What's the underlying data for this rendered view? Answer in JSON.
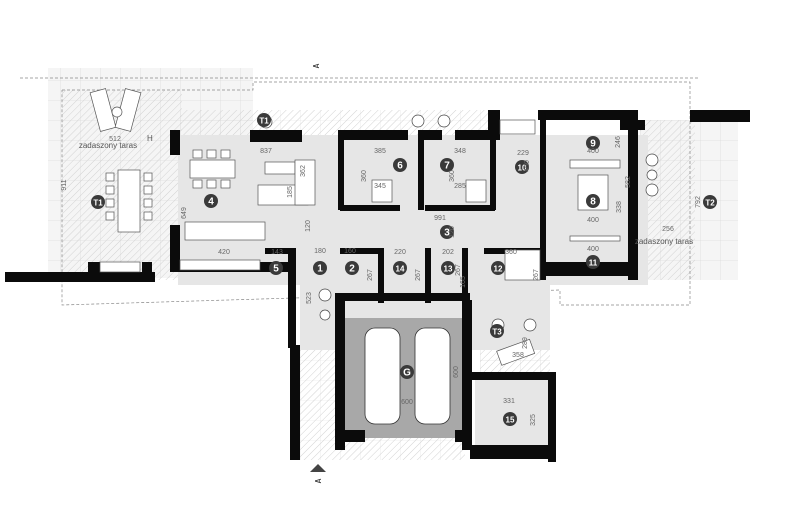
{
  "plan": {
    "title": "Floor plan",
    "section_marker": "A",
    "terrace_label": "zadaszony taras",
    "terrace_h_label": "H",
    "colors": {
      "wall": "#0b0b0b",
      "interior_floor": "#e4e4e4",
      "garage_floor": "#a6a6a6",
      "terrace_floor": "#f3f3f3",
      "hatch": "#cfcfcf",
      "badge": "#3a3a3a",
      "grid": "#d0d0d0"
    },
    "rooms": [
      {
        "id": "1",
        "label": "1"
      },
      {
        "id": "2",
        "label": "2"
      },
      {
        "id": "3",
        "label": "3"
      },
      {
        "id": "4",
        "label": "4"
      },
      {
        "id": "5",
        "label": "5"
      },
      {
        "id": "6",
        "label": "6"
      },
      {
        "id": "7",
        "label": "7"
      },
      {
        "id": "8",
        "label": "8"
      },
      {
        "id": "9",
        "label": "9"
      },
      {
        "id": "10",
        "label": "10"
      },
      {
        "id": "11",
        "label": "11"
      },
      {
        "id": "12",
        "label": "12"
      },
      {
        "id": "13",
        "label": "13"
      },
      {
        "id": "14",
        "label": "14"
      },
      {
        "id": "15",
        "label": "15"
      },
      {
        "id": "G",
        "label": "G"
      },
      {
        "id": "T1a",
        "label": "T1"
      },
      {
        "id": "T1b",
        "label": "T1"
      },
      {
        "id": "T2",
        "label": "T2"
      },
      {
        "id": "T3",
        "label": "T3"
      }
    ],
    "dimensions": {
      "t1_width": "512",
      "t1_depth": "911",
      "living_width": "837",
      "living_depth": "649",
      "sofa_a": "362",
      "sofa_b": "185",
      "kitchen_width": "420",
      "hall_120a": "120",
      "r1_width": "180",
      "r1_depth": "523",
      "r5_width": "143",
      "r2_width": "160",
      "r2_depth": "267",
      "r6_top": "385",
      "r6_width": "345",
      "r6_depth": "360",
      "r7_top": "348",
      "r7_width": "285",
      "r7_depth": "360",
      "corridor_len": "991",
      "corridor_w": "120",
      "r10_width": "229",
      "r10_depth": "450",
      "r9_width": "400",
      "r9_depth": "246",
      "r8_width": "400",
      "r8_depth": "338",
      "r8_total": "582",
      "r11_width": "400",
      "t2_width": "256",
      "t2_depth": "792",
      "r14_width": "220",
      "r14_depth": "267",
      "r13_width": "202",
      "r13_depth": "267",
      "r13_sub": "165",
      "r12_width": "360",
      "r12_depth": "267",
      "t3_width": "358",
      "t3_depth": "289",
      "garage_width": "600",
      "garage_depth": "600",
      "r15_width": "331",
      "r15_depth": "325"
    }
  }
}
